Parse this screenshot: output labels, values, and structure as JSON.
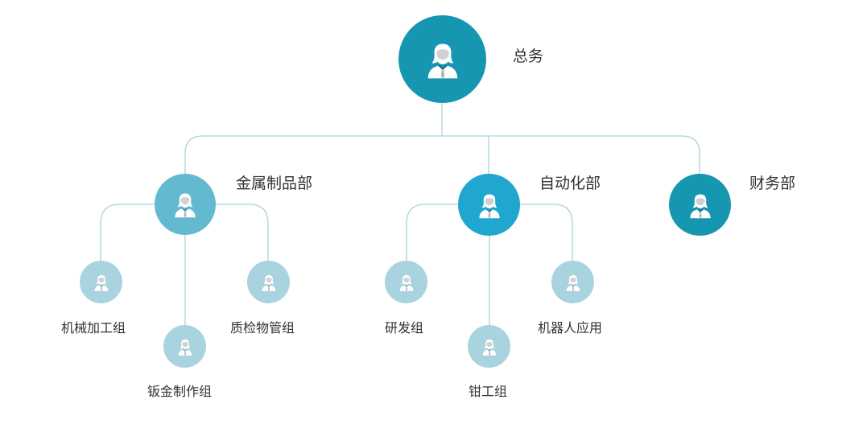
{
  "org_chart": {
    "root": {
      "name": "总务",
      "icon": "person-icon",
      "color": "#1696b0"
    },
    "departments": [
      {
        "name": "金属制品部",
        "icon": "person-icon",
        "color": "#63b9d0",
        "groups": [
          "机械加工组",
          "钣金制作组",
          "质检物管组"
        ]
      },
      {
        "name": "自动化部",
        "icon": "person-icon",
        "color": "#1fa7cf",
        "groups": [
          "研发组",
          "钳工组",
          "机器人应用"
        ]
      },
      {
        "name": "财务部",
        "icon": "person-icon",
        "color": "#1696b0",
        "groups": []
      }
    ],
    "group_color": "#a9d3df",
    "line_color": "#a9d2dc"
  }
}
